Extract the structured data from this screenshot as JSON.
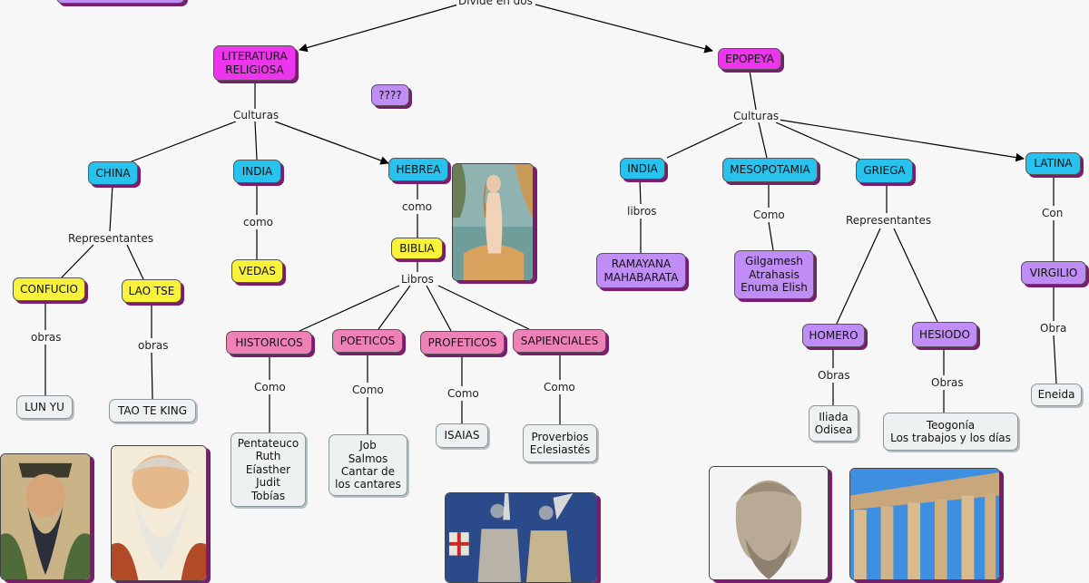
{
  "links": {
    "divide": "Divide en dos",
    "culturas_left": "Culturas",
    "culturas_right": "Culturas",
    "representantes_china": "Representantes",
    "obras_confucio": "obras",
    "obras_laotse": "obras",
    "como_india": "como",
    "como_hebrea": "como",
    "libros_biblia": "Libros",
    "como_historicos": "Como",
    "como_poeticos": "Como",
    "como_profeticos": "Como",
    "como_sapienciales": "Como",
    "libros_india": "libros",
    "como_mesopotamia": "Como",
    "representantes_griega": "Representantes",
    "obras_homero": "Obras",
    "obras_hesiodo": "Obras",
    "con_latina": "Con",
    "obra_virgilio": "Obra"
  },
  "nodes": {
    "literatura_religiosa": "LITERATURA\nRELIGIOSA",
    "epopeya": "EPOPEYA",
    "unknown": "????",
    "china": "CHINA",
    "india_left": "INDIA",
    "hebrea": "HEBREA",
    "confucio": "CONFUCIO",
    "lao_tse": "LAO TSE",
    "vedas": "VEDAS",
    "biblia": "BIBLIA",
    "lun_yu": "LUN YU",
    "tao_te_king": "TAO TE KING",
    "historicos": "HISTORICOS",
    "poeticos": "POETICOS",
    "profeticos": "PROFETICOS",
    "sapienciales": "SAPIENCIALES",
    "historicos_books": "Pentateuco\nRuth\nEíasther\nJudit\nTobías",
    "poeticos_books": "Job\nSalmos\nCantar de\nlos cantares",
    "isaias": "ISAIAS",
    "sapienciales_books": "Proverbios\nEclesiastés",
    "india_right": "INDIA",
    "mesopotamia": "MESOPOTAMIA",
    "griega": "GRIEGA",
    "latina": "LATINA",
    "ramayana": "RAMAYANA\nMAHABARATA",
    "gilgamesh": "Gilgamesh\nAtrahasis\nEnuma Elish",
    "homero": "HOMERO",
    "hesiodo": "HESIODO",
    "virgilio": "VIRGILIO",
    "iliada": "Iliada\nOdisea",
    "teogonia": "Teogonía\nLos trabajos y los días",
    "eneida": "Eneida"
  },
  "colors": {
    "magenta": "#ec35ec",
    "blue": "#27c3ee",
    "yellow": "#f8f23a",
    "pink": "#ee82b8",
    "purple": "#c08cf5",
    "white": "#eef1f2",
    "shadow": "#7a1d6e"
  },
  "images": [
    "venus-painting",
    "confucius-portrait",
    "lao-tse-portrait",
    "crusaders-illustration",
    "greek-bust",
    "parthenon-photo"
  ]
}
